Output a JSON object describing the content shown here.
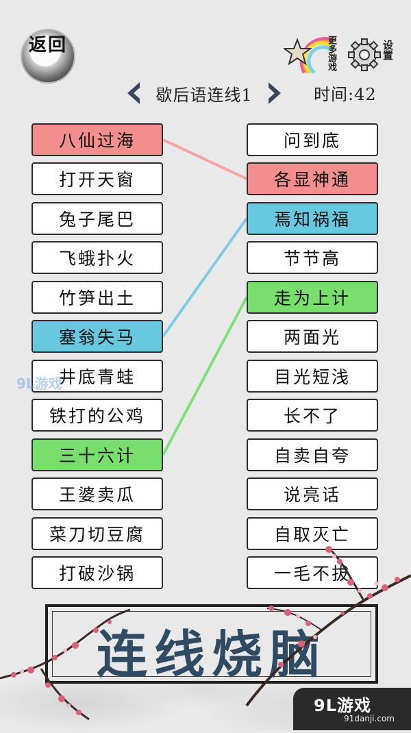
{
  "header": {
    "back_label": "返回",
    "more_games_label": "更多游戏",
    "settings_label": "设置",
    "level_title": "歇后语连线1",
    "timer_text": "时间:42"
  },
  "left_items": [
    {
      "label": "八仙过海",
      "color": "#f28e8e"
    },
    {
      "label": "打开天窗",
      "color": ""
    },
    {
      "label": "兔子尾巴",
      "color": ""
    },
    {
      "label": "飞蛾扑火",
      "color": ""
    },
    {
      "label": "竹笋出土",
      "color": ""
    },
    {
      "label": "塞翁失马",
      "color": "#68c8e0"
    },
    {
      "label": "井底青蛙",
      "color": ""
    },
    {
      "label": "铁打的公鸡",
      "color": ""
    },
    {
      "label": "三十六计",
      "color": "#78df6c"
    },
    {
      "label": "王婆卖瓜",
      "color": ""
    },
    {
      "label": "菜刀切豆腐",
      "color": ""
    },
    {
      "label": "打破沙锅",
      "color": ""
    }
  ],
  "right_items": [
    {
      "label": "问到底",
      "color": ""
    },
    {
      "label": "各显神通",
      "color": "#f28e8e"
    },
    {
      "label": "焉知祸福",
      "color": "#68c8e0"
    },
    {
      "label": "节节高",
      "color": ""
    },
    {
      "label": "走为上计",
      "color": "#78df6c"
    },
    {
      "label": "两面光",
      "color": ""
    },
    {
      "label": "目光短浅",
      "color": ""
    },
    {
      "label": "长不了",
      "color": ""
    },
    {
      "label": "自卖自夸",
      "color": ""
    },
    {
      "label": "说亮话",
      "color": ""
    },
    {
      "label": "自取灭亡",
      "color": ""
    },
    {
      "label": "一毛不拔",
      "color": ""
    }
  ],
  "connections": [
    {
      "left": "八仙过海",
      "right": "各显神通",
      "color": "#f5a3a3"
    },
    {
      "left": "塞翁失马",
      "right": "焉知祸福",
      "color": "#7fcbe3"
    },
    {
      "left": "三十六计",
      "right": "走为上计",
      "color": "#7fe07a"
    }
  ],
  "brand_title": "连线烧脑",
  "watermark": {
    "main": "9L游戏",
    "sub": "91danji.com",
    "center": "9L游戏"
  },
  "icons": [
    "back-seal-icon",
    "star-rainbow-icon",
    "gear-icon",
    "arrow-left-icon",
    "arrow-right-icon",
    "plum-blossom-icon"
  ]
}
